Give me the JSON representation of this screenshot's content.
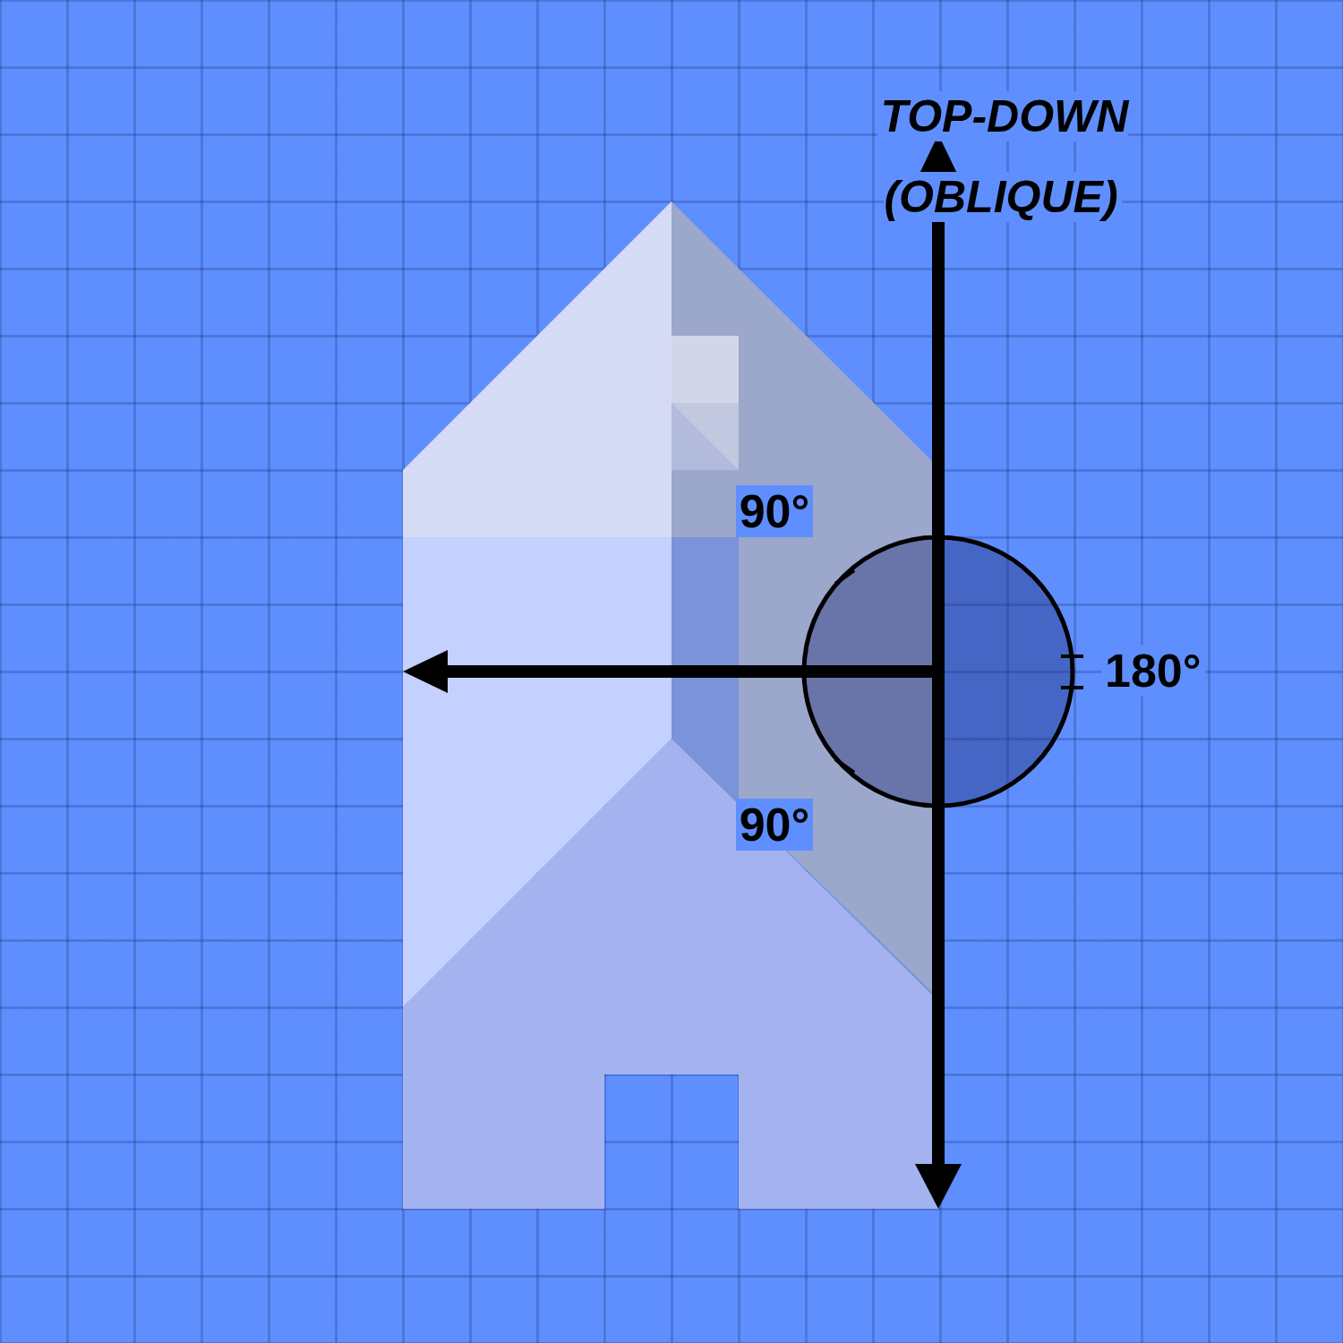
{
  "diagram": {
    "labels": [
      "TOP-DOWN (OBLIQUE)",
      "90°",
      "90°",
      "180°"
    ]
  }
}
